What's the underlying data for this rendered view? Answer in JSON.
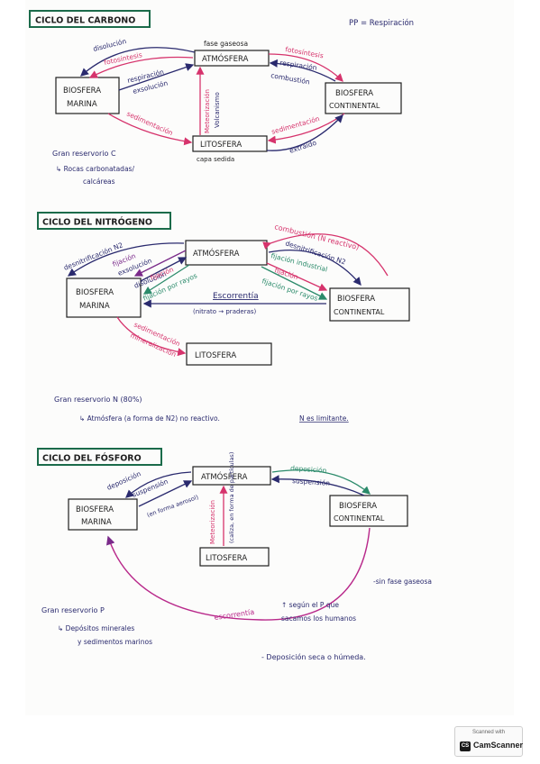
{
  "note_pp": "PP = Respiración",
  "carbono": {
    "title": "CICLO DEL CARBONO",
    "nodes": {
      "atmosfera": "ATMÓSFERA",
      "biosfera_marina_1": "BIOSFERA",
      "biosfera_marina_2": "MARINA",
      "biosfera_continental_1": "BIOSFERA",
      "biosfera_continental_2": "CONTINENTAL",
      "litosfera": "LITOSFERA"
    },
    "fase_gaseosa": "fase gaseosa",
    "arrows": {
      "disolucion": "disolución",
      "fotosintesis_marina": "fotosíntesis",
      "respiracion_marina": "respiración",
      "exsolucion": "exsolución",
      "fotosintesis_continental": "fotosíntesis",
      "respiracion_continental": "respiración",
      "combustion": "combustión",
      "meteorizacion": "Meteorización",
      "volcanismo": "Volcanismo",
      "sedimentacion_marina": "sedimentación",
      "sedimentacion_continental": "sedimentación",
      "extraido": "extraído"
    },
    "capa_sedida": "capa sedida",
    "reservorio": "Gran reservorio C",
    "reservorio_detail_1": "↳ Rocas carbonatadas/",
    "reservorio_detail_2": "calcáreas"
  },
  "nitrogeno": {
    "title": "CICLO DEL NITRÓGENO",
    "nodes": {
      "atmosfera": "ATMÓSFERA",
      "biosfera_marina_1": "BIOSFERA",
      "biosfera_marina_2": "MARINA",
      "biosfera_continental_1": "BIOSFERA",
      "biosfera_continental_2": "CONTINENTAL",
      "litosfera": "LITOSFERA"
    },
    "arrows": {
      "desnitrificacion_marina": "desnitrificación N2",
      "fijacion_marina": "fijación",
      "exsolucion": "exsolución",
      "disolucion": "disolución",
      "fijacion_centro": "fijación",
      "fijacion_rayos_1": "fijación por rayos",
      "combustion": "combustión (N reactivo)",
      "desnitrificacion_continental": "desnitrificación N2",
      "fijacion_industrial": "fijación industrial",
      "fijacion_continental": "fijación",
      "fijacion_rayos_2": "fijación por rayos",
      "escorrentia": "Escorrentía",
      "escorrentia_detail": "(nitrato → praderas)",
      "sedimentacion": "sedimentación",
      "mineralizacion": "mineralización"
    },
    "reservorio": "Gran reservorio N (80%)",
    "reservorio_detail_1": "↳ Atmósfera (a forma de N2) no reactivo.",
    "reservorio_detail_2": "N es limitante."
  },
  "fosforo": {
    "title": "CICLO DEL FÓSFORO",
    "nodes": {
      "atmosfera": "ATMÓSFERA",
      "biosfera_marina_1": "BIOSFERA",
      "biosfera_marina_2": "MARINA",
      "biosfera_continental_1": "BIOSFERA",
      "biosfera_continental_2": "CONTINENTAL",
      "litosfera": "LITOSFERA"
    },
    "arrows": {
      "deposicion_marina": "deposición",
      "suspension_marina": "suspensión",
      "suspension_detail": "(en forma aerosol)",
      "deposicion_continental": "deposición",
      "suspension_continental": "suspensión",
      "meteorizacion": "Meteorización",
      "meteorizacion_detail": "(caliza, en forma de partículas)",
      "escorrentia": "escorrentía",
      "escorrentia_detail_1": "↑ según el P que",
      "escorrentia_detail_2": "sacamos los humanos"
    },
    "sin_fase": "-sin fase gaseosa",
    "reservorio": "Gran reservorio P",
    "reservorio_detail_1": "↳ Depósitos minerales",
    "reservorio_detail_2": "y sedimentos marinos",
    "deposicion_note": "- Deposición seca o húmeda."
  },
  "scanner": {
    "caption": "Scanned with",
    "logo": "CS",
    "brand": "CamScanner"
  },
  "colors": {
    "ink": "#1f1f1f",
    "title_box": "#1b6b4a",
    "navy": "#2a2a6e",
    "pink": "#d6336c",
    "green": "#2a8a6a",
    "purple": "#7a2a8a"
  }
}
